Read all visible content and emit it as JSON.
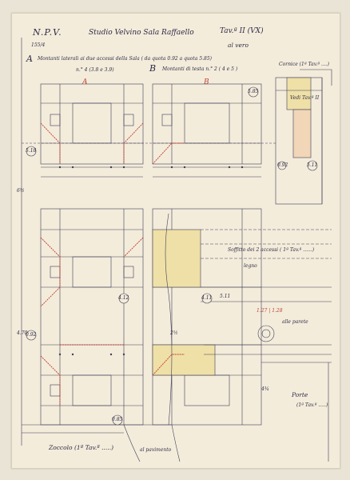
{
  "header": {
    "monogram": "N.P.V.",
    "title": "Studio Velvino Sala Raffaello",
    "plate": "Tav.ª II (VX)",
    "scale": "al vero",
    "ref": "155/4"
  },
  "notes": {
    "a_letter": "A",
    "a_text": "Montanti laterali ai due accessi della Sala ( da quota 0.92 a quota 5.85)",
    "a_count": "n.° 4  (3.8 e 3.9)",
    "b_letter": "B",
    "b_text": "Montanti di testa n.° 2 ( 4 e 5 )",
    "cornice": "Cornice (1ª Tav.ª ....)",
    "vedi": "Vedi Tav.ª II",
    "soffitto": "Soffitto dei 2 accessi ( 1ª Tav.ª ......)",
    "legno": "legno",
    "alle_parete": "alle parete",
    "porte": "Porte",
    "porte_ref": "(1ª Tav.ª .....)",
    "zoccolo": "Zoccolo (1ª Tav.ª .....)",
    "pavimento": "al pavimento",
    "red_note": "1.27 | 1.28"
  },
  "labels": {
    "col_a": "A",
    "col_b": "B",
    "q_585": "5.85",
    "q_518": "5.18",
    "q_511": "5.11",
    "q_412": "4.12",
    "q_092": "0.92",
    "q_085": "0.85",
    "q_092b": "0.92",
    "q_411": "4.11",
    "h_6": "6½",
    "h_470": "4.70",
    "h_511": "5.11",
    "h_2": "2½",
    "h_4": "4¾"
  }
}
